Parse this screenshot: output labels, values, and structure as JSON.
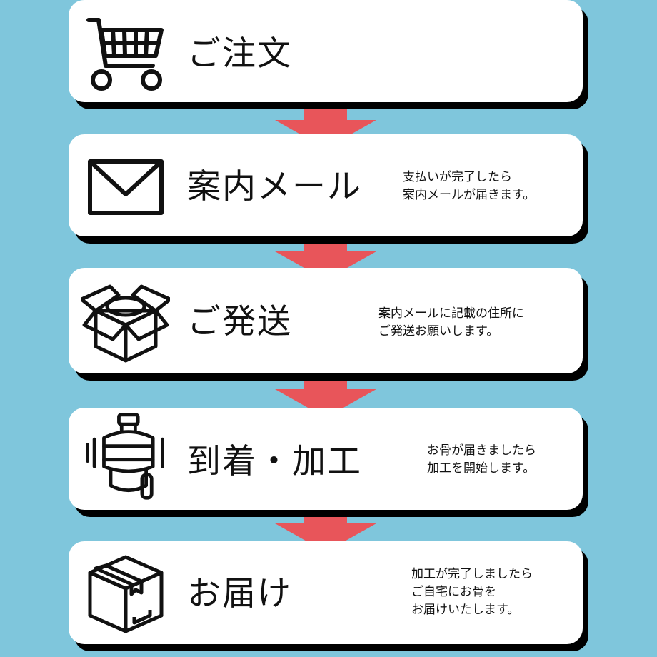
{
  "colors": {
    "background": "#7fc6dc",
    "card": "#ffffff",
    "shadow": "#000000",
    "arrow": "#e8555a"
  },
  "steps": [
    {
      "icon": "shopping-cart-icon",
      "title": "ご注文",
      "desc": []
    },
    {
      "icon": "envelope-icon",
      "title": "案内メール",
      "desc": [
        "支払いが完了したら",
        "案内メールが届きます。"
      ]
    },
    {
      "icon": "open-box-icon",
      "title": "ご発送",
      "desc": [
        "案内メールに記載の住所に",
        "ご発送お願いします。"
      ]
    },
    {
      "icon": "processing-machine-icon",
      "title": "到着・加工",
      "desc": [
        "お骨が届きましたら",
        "加工を開始します。"
      ]
    },
    {
      "icon": "closed-box-icon",
      "title": "お届け",
      "desc": [
        "加工が完了しましたら",
        "ご自宅にお骨を",
        "お届けいたします。"
      ]
    }
  ]
}
